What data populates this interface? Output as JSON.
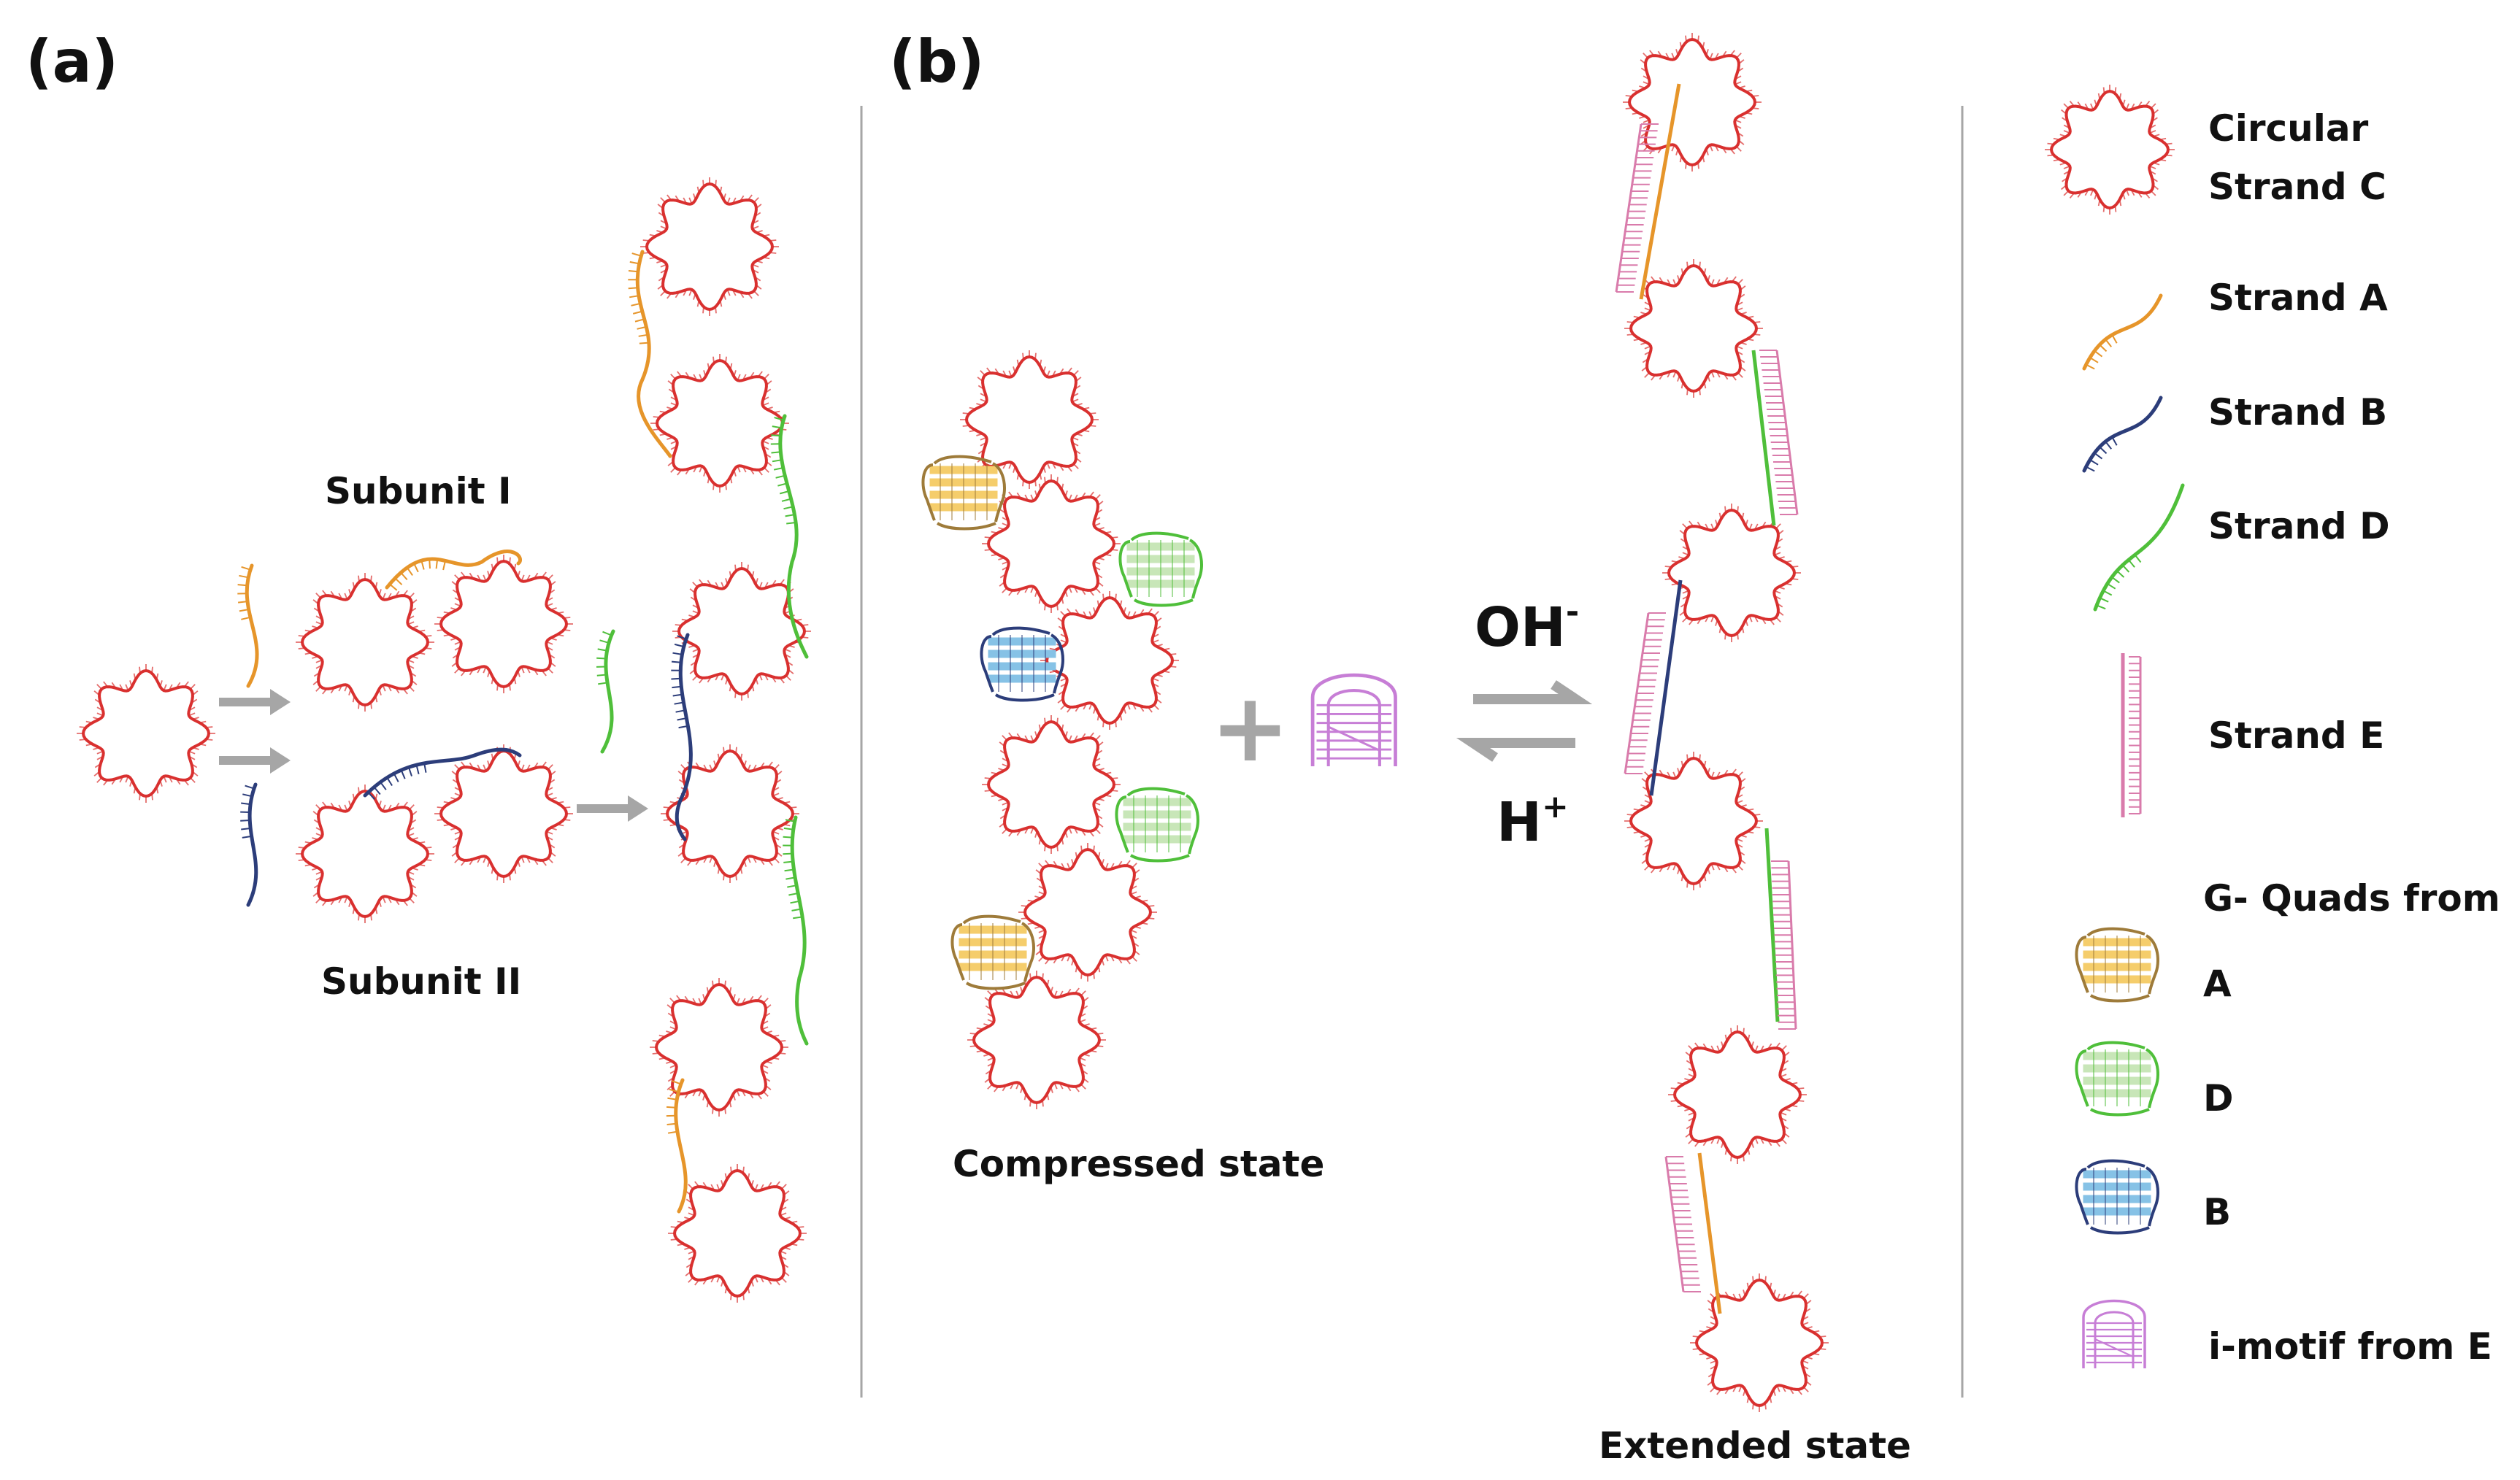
{
  "panel_a": {
    "label": "(a)",
    "subunit_1": "Subunit I",
    "subunit_2": "Subunit II"
  },
  "panel_b": {
    "label": "(b)",
    "compressed": "Compressed state",
    "extended": "Extended state",
    "forward": "OH",
    "forward_sup": "-",
    "backward": "H",
    "backward_sup": "+",
    "plus": "+"
  },
  "legend": {
    "circular_1": "Circular",
    "circular_2": "Strand C",
    "strand_a": "Strand A",
    "strand_b": "Strand B",
    "strand_d": "Strand D",
    "strand_e": "Strand E",
    "gquads_title": "G- Quads from",
    "gquad_a": "A",
    "gquad_d": "D",
    "gquad_b": "B",
    "imotif": "i-motif from E"
  },
  "colors": {
    "circle": "#d9302f",
    "strand_a": "#e6952a",
    "strand_b": "#2c3d7a",
    "strand_d": "#4fbf3a",
    "strand_e": "#d97bab",
    "imotif": "#c77ed6",
    "arrow": "#a6a6a6",
    "divider": "#a6a6a6"
  }
}
